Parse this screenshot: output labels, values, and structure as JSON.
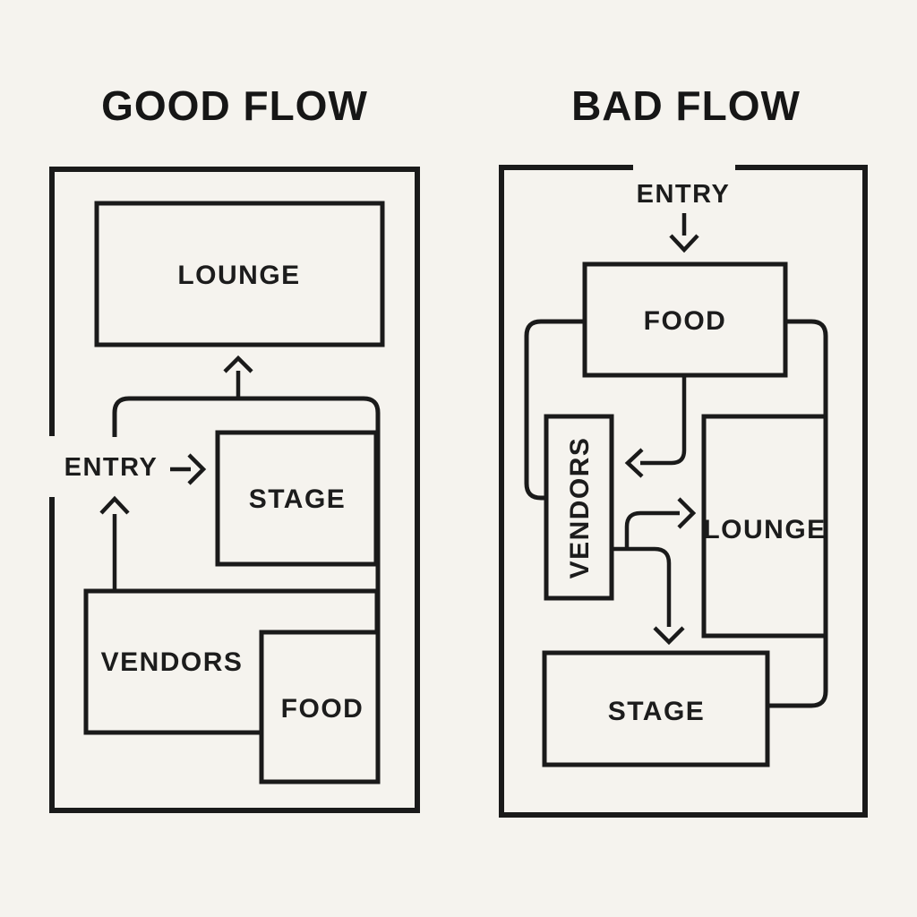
{
  "colors": {
    "background": "#f5f3ee",
    "line": "#1a1a1a",
    "text": "#161616"
  },
  "panels": {
    "good": {
      "title": "GOOD FLOW",
      "entry_label": "ENTRY",
      "rooms": {
        "lounge": "LOUNGE",
        "stage": "STAGE",
        "vendors": "VENDORS",
        "food": "FOOD"
      },
      "arrows": [
        {
          "from": "stage-room",
          "to": "lounge"
        },
        {
          "from": "entry",
          "to": "stage-room"
        },
        {
          "from": "vendors",
          "to": "entry"
        }
      ]
    },
    "bad": {
      "title": "BAD FLOW",
      "entry_label": "ENTRY",
      "rooms": {
        "food": "FOOD",
        "vendors": "VENDORS",
        "lounge": "LOUNGE",
        "stage": "STAGE"
      },
      "arrows": [
        {
          "from": "entry",
          "to": "food"
        },
        {
          "from": "food",
          "to": "vendors"
        },
        {
          "from": "vendors",
          "to": "lounge"
        },
        {
          "from": "vendors",
          "to": "stage"
        }
      ]
    }
  }
}
